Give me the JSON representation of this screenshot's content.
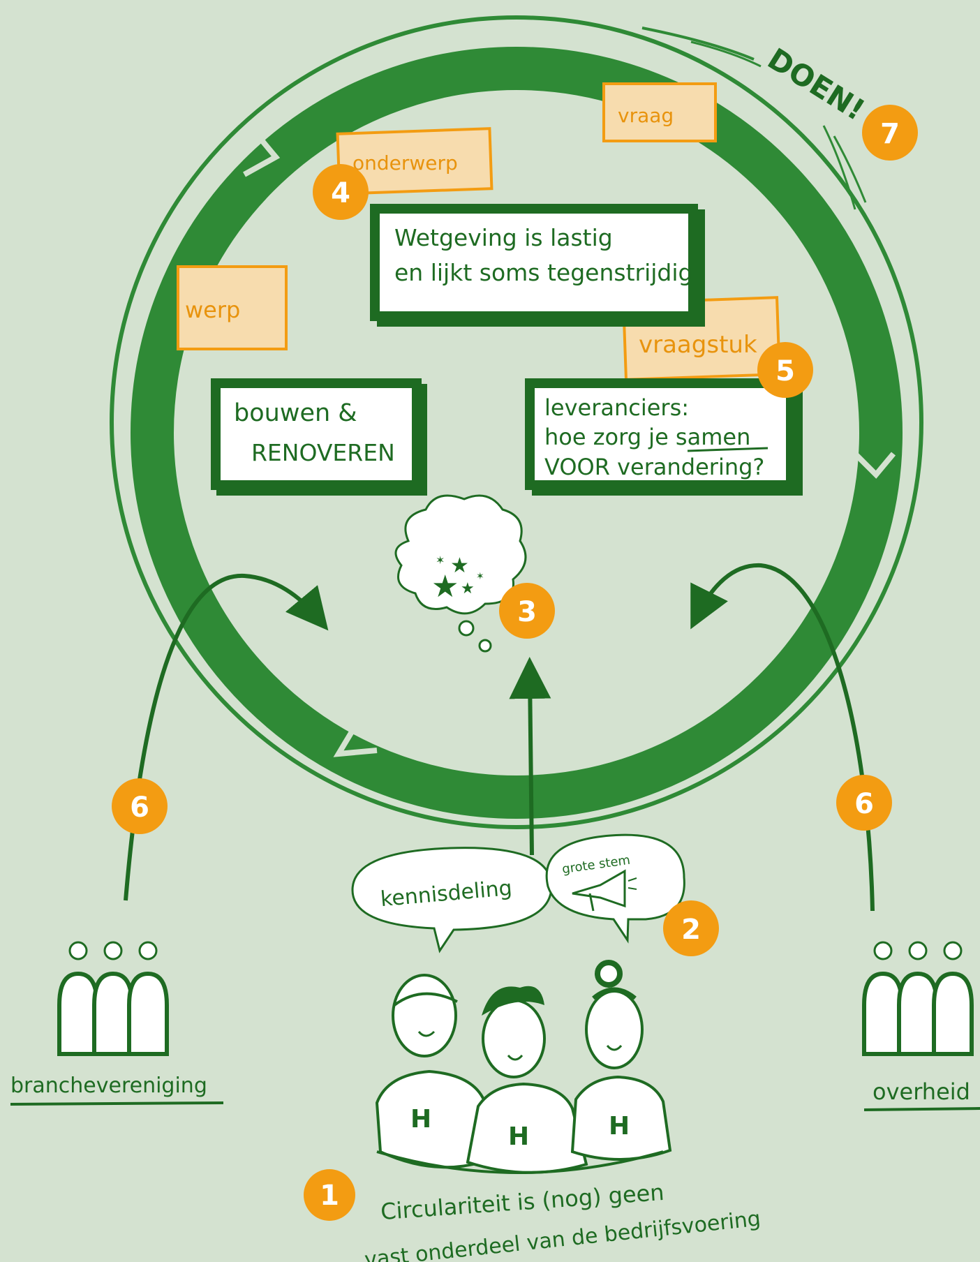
{
  "colors": {
    "background": "#d4e2d0",
    "dark_green": "#1e6b22",
    "ring_green": "#2f8a36",
    "orange": "#f39c12",
    "tag_fill": "#f7dcae",
    "white": "#ffffff"
  },
  "cycle_label": "DOEN!",
  "tags": {
    "top_right": "vraag",
    "top_left": "onderwerp",
    "left": "werp",
    "right": "vraagstuk"
  },
  "cards": {
    "wetgeving": {
      "line1": "Wetgeving is lastig",
      "line2": "en lijkt soms tegenstrijdig"
    },
    "bouwen": {
      "line1": "bouwen &",
      "line2": "RENOVEREN"
    },
    "leveranciers": {
      "line1": "leveranciers:",
      "line2_prefix": "hoe zorg je ",
      "line2_emphasis": "samen",
      "line3": "VOOR verandering?"
    }
  },
  "bubbles": {
    "left": "kennisdeling",
    "right": "grote stem"
  },
  "groups": {
    "left": "branchevereniging",
    "right": "overheid",
    "center_shirt_letter": "H"
  },
  "numbers": {
    "n1": "1",
    "n2": "2",
    "n3": "3",
    "n4": "4",
    "n5": "5",
    "n6_left": "6",
    "n6_right": "6",
    "n7": "7"
  },
  "statement": {
    "line1": "Circulariteit is (nog) geen",
    "line2": "vast onderdeel van de bedrijfsvoering"
  }
}
